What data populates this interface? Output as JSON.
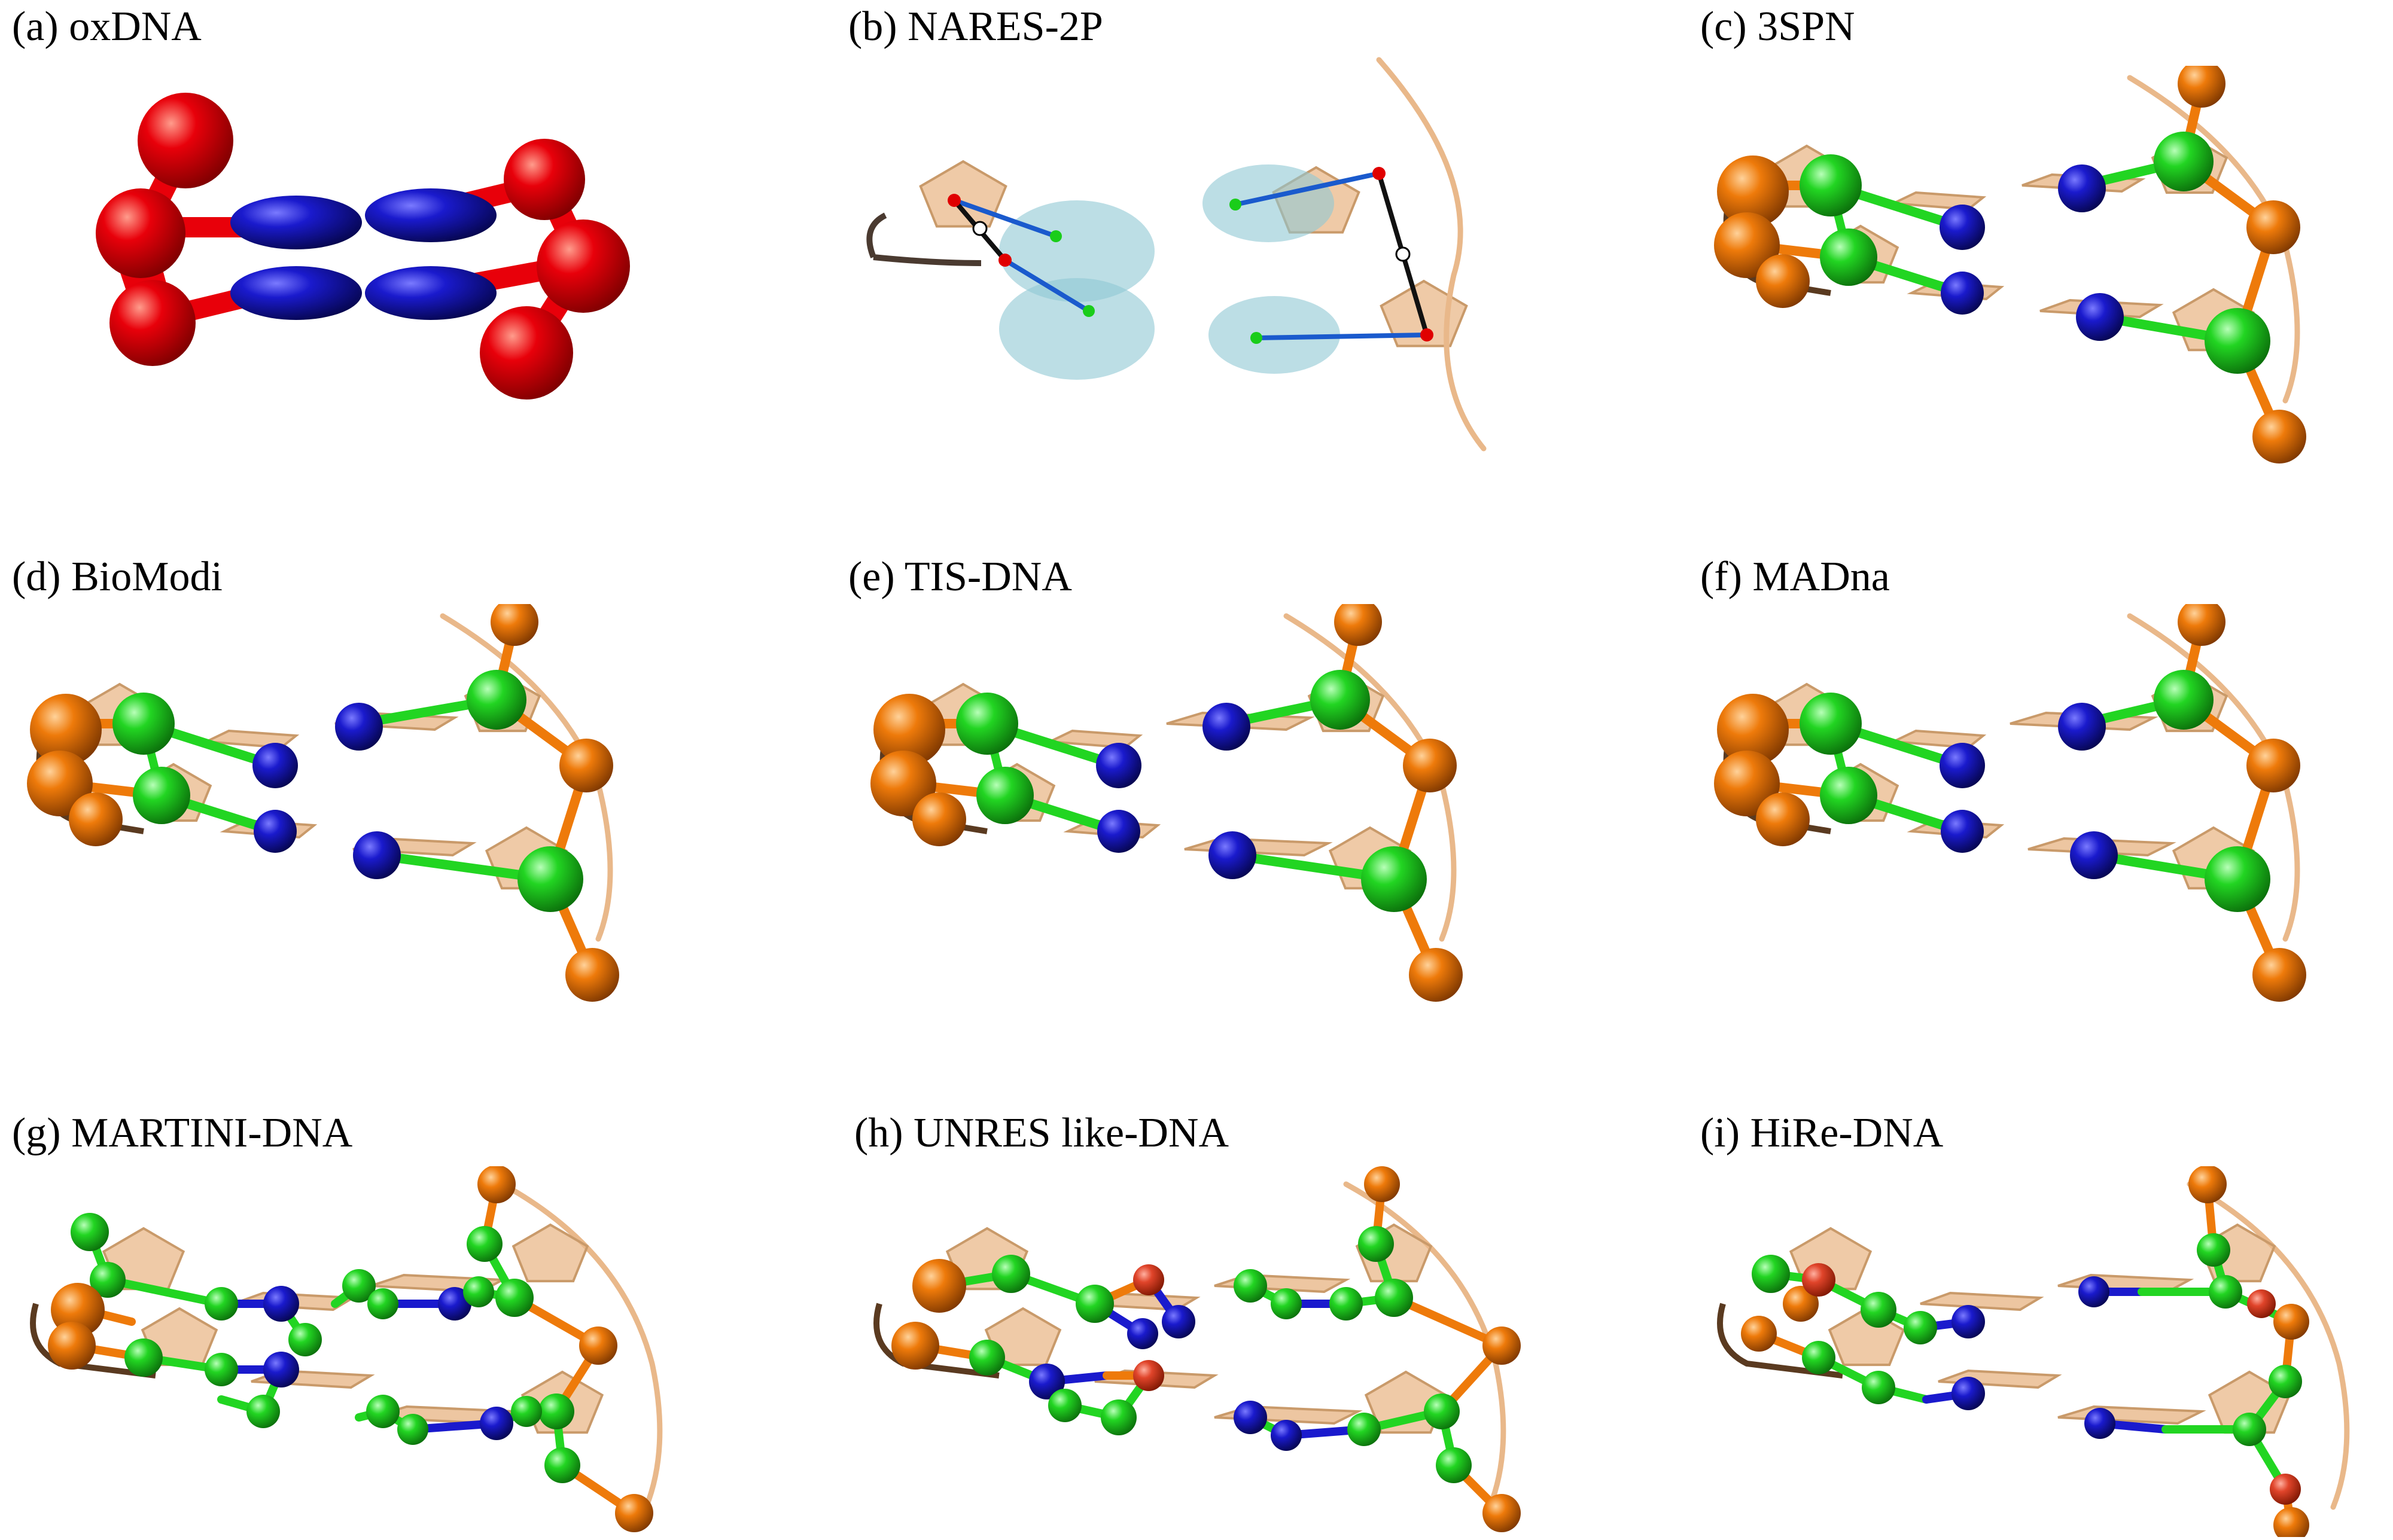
{
  "figure": {
    "panels": [
      {
        "id": "a",
        "label": "(a) oxDNA"
      },
      {
        "id": "b",
        "label": "(b) NARES-2P"
      },
      {
        "id": "c",
        "label": "(c) 3SPN"
      },
      {
        "id": "d",
        "label": "(d) BioModi"
      },
      {
        "id": "e",
        "label": "(e) TIS-DNA"
      },
      {
        "id": "f",
        "label": "(f) MADna"
      },
      {
        "id": "g",
        "label": "(g) MARTINI-DNA"
      },
      {
        "id": "h",
        "label": "(h) UNRES like-DNA"
      },
      {
        "id": "i",
        "label": "(i) HiRe-DNA"
      }
    ],
    "colors": {
      "backbone_red": "#e8000a",
      "base_blue": "#1a1acd",
      "phosphate_orange": "#ee7a0a",
      "sugar_green": "#22d522",
      "ribbon_tan": "#e9b88a",
      "ellipsoid_cyan": "#8fc8d4",
      "bond_black": "#111111",
      "oxygen_red": "#e0442a"
    }
  }
}
